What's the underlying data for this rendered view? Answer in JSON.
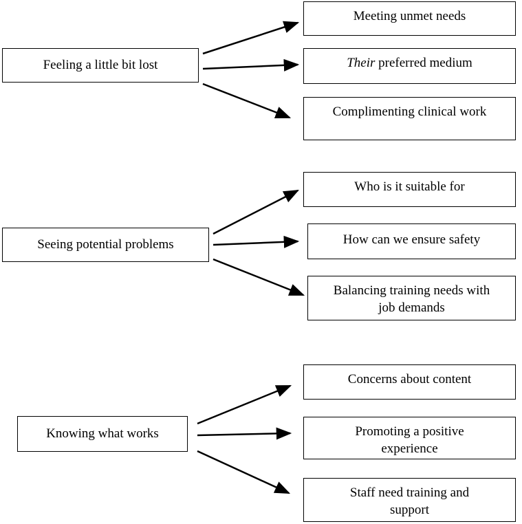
{
  "themes": [
    {
      "label": "Feeling a little bit lost",
      "subthemes": [
        {
          "line1": "Meeting unmet needs",
          "line2": ""
        },
        {
          "line1_em": "Their",
          "line1": " preferred medium",
          "line2": ""
        },
        {
          "line1": "Complimenting clinical work",
          "line2": ""
        }
      ]
    },
    {
      "label": "Seeing potential problems",
      "subthemes": [
        {
          "line1": "Who is it suitable for",
          "line2": ""
        },
        {
          "line1": "How can we ensure safety",
          "line2": ""
        },
        {
          "line1": "Balancing training needs with",
          "line2": "job demands"
        }
      ]
    },
    {
      "label": "Knowing what works",
      "subthemes": [
        {
          "line1": "Concerns about content",
          "line2": ""
        },
        {
          "line1": "Promoting a positive",
          "line2": "experience"
        },
        {
          "line1": "Staff need training and",
          "line2": "support"
        }
      ]
    }
  ]
}
